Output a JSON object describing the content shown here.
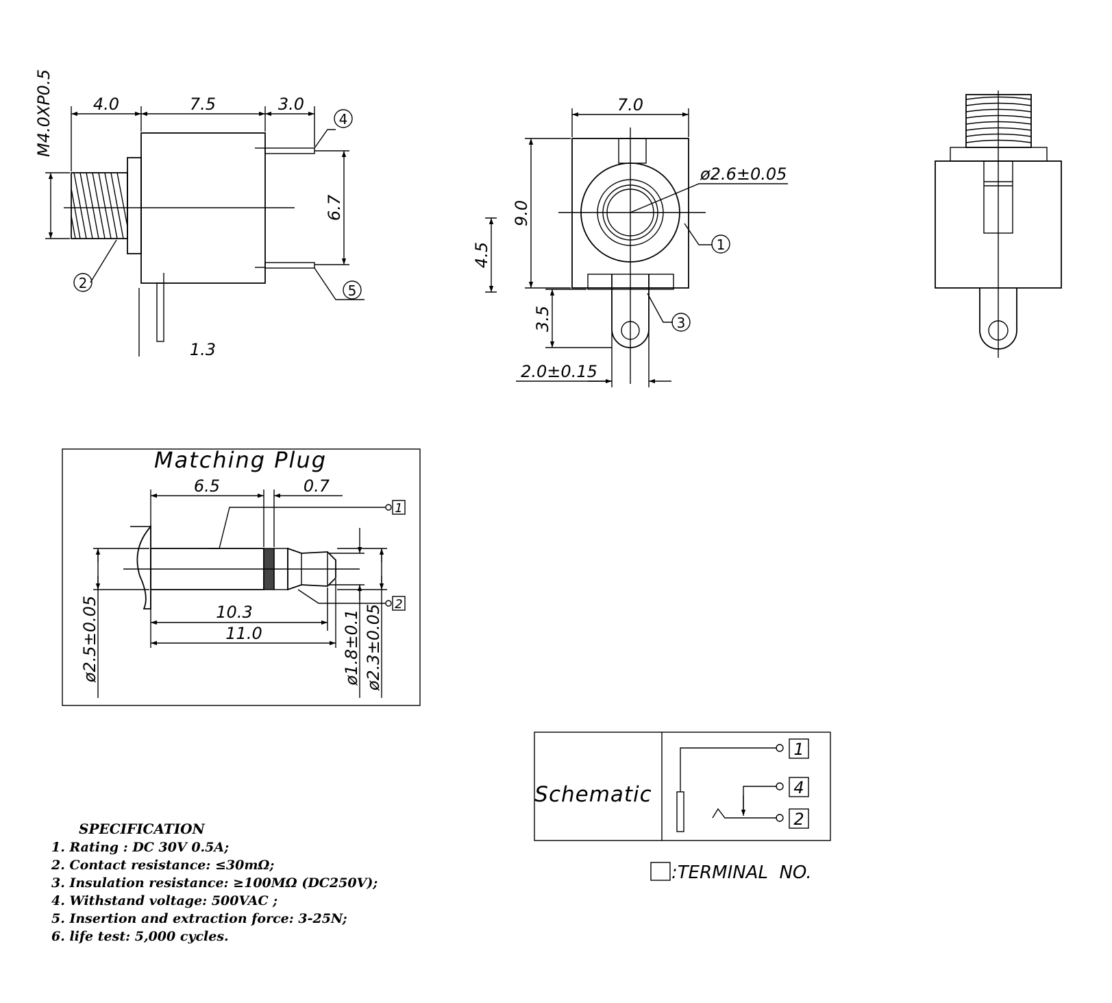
{
  "side_view": {
    "thread_label": "M4.0XP0.5",
    "dim_front": "4.0",
    "dim_body": "7.5",
    "dim_pin": "3.0",
    "dim_pin_spacing": "6.7",
    "dim_bottom_pin": "1.3",
    "callout_thread": "2",
    "callout_top_pin": "4",
    "callout_bottom_pin": "5"
  },
  "front_view": {
    "dim_width": "7.0",
    "dim_height": "9.0",
    "dim_center": "4.5",
    "dim_lug": "3.5",
    "dim_lug_width": "2.0±0.15",
    "dim_hole": "ø2.6±0.05",
    "callout_socket": "1",
    "callout_lug": "3"
  },
  "matching_plug": {
    "title": "Matching Plug",
    "dim_sleeve": "6.5",
    "dim_ring": "0.7",
    "dim_tip_start": "10.3",
    "dim_overall": "11.0",
    "dim_sleeve_dia": "ø2.5±0.05",
    "dim_neck_dia": "ø1.8±0.1",
    "dim_tip_dia": "ø2.3±0.05",
    "terminal_top": "1",
    "terminal_bottom": "2"
  },
  "schematic": {
    "label": "Schematic",
    "terminals": [
      "1",
      "4",
      "2"
    ],
    "legend": ":TERMINAL  NO."
  },
  "specification": {
    "title": "SPECIFICATION",
    "items": [
      "1. Rating : DC 30V 0.5A;",
      "2. Contact resistance: ≤30mΩ;",
      "3. Insulation resistance: ≥100MΩ (DC250V);",
      "4. Withstand voltage: 500VAC ;",
      "5. Insertion and extraction force: 3-25N;",
      "6. life test: 5,000 cycles."
    ]
  }
}
